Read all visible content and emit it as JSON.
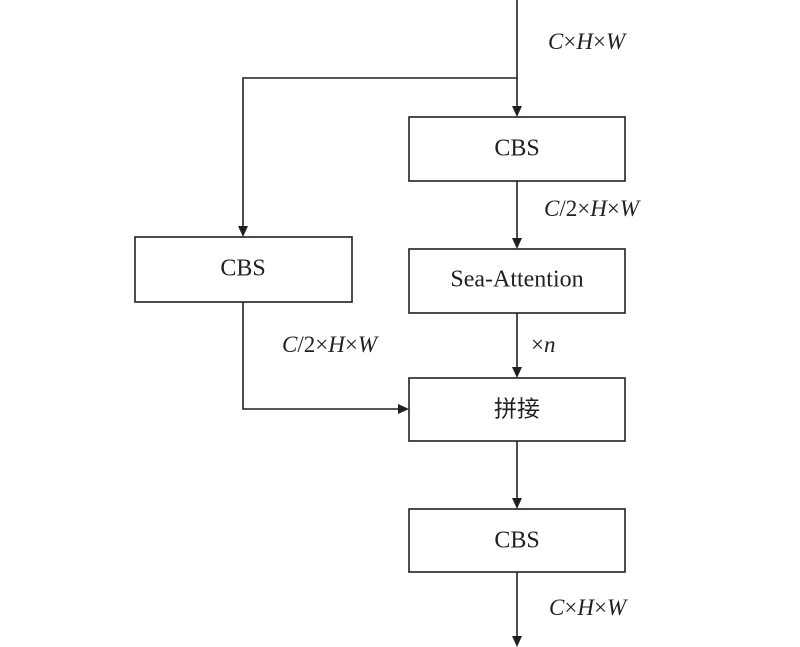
{
  "boxes": {
    "cbs_top": "CBS",
    "cbs_left": "CBS",
    "sea_attention": "Sea-Attention",
    "concat": "拼接",
    "cbs_bottom": "CBS"
  },
  "labels": {
    "input_dims": {
      "c": "C",
      "x1": "×",
      "h": "H",
      "x2": "×",
      "w": "W"
    },
    "half_dims_right": {
      "c": "C",
      "r": "/2×",
      "h": "H",
      "x2": "×",
      "w": "W"
    },
    "half_dims_left": {
      "c": "C",
      "r": "/2×",
      "h": "H",
      "x2": "×",
      "w": "W"
    },
    "repeat": {
      "x": "×",
      "n": "n"
    },
    "output_dims": {
      "c": "C",
      "x1": "×",
      "h": "H",
      "x2": "×",
      "w": "W"
    }
  },
  "colors": {
    "stroke": "#231f20",
    "background": "#ffffff"
  }
}
